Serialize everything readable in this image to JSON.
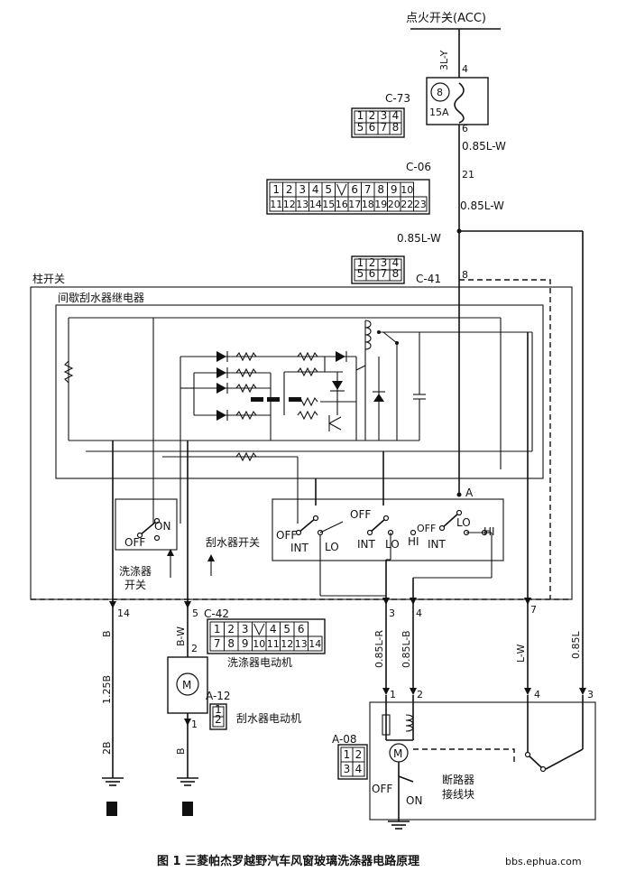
{
  "labels": {
    "ignition": "点火开关(ACC)",
    "wire_3ly": "3L-Y",
    "fuse_num": "8",
    "fuse_rating": "15A",
    "pin_4_top": "4",
    "pin_6_top": "6",
    "c73": "C-73",
    "wire_085lw_1": "0.85L-W",
    "c06": "C-06",
    "pin_21": "21",
    "wire_085lw_2": "0.85L-W",
    "wire_085lw_3": "0.85L-W",
    "column_switch": "柱开关",
    "c41": "C-41",
    "pin_8": "8",
    "relay": "间歇刮水器继电器",
    "pin_a": "A",
    "off_top": "OFF",
    "on_washer": "ON",
    "off_washer": "OFF",
    "washer_switch_1": "洗涤器",
    "washer_switch_2": "开关",
    "wiper_switch": "刮水器开关",
    "s1_off": "OFF",
    "s1_int": "INT",
    "s1_lo": "LO",
    "s2_int": "INT",
    "s2_lo": "LO",
    "s2_hi": "HI",
    "s3_off": "OFF",
    "s3_lo": "LO",
    "s3_int": "INT",
    "s3_hi": "HI",
    "pin_14": "14",
    "pin_5": "5",
    "pin_3": "3",
    "pin_4": "4",
    "pin_7": "7",
    "c42": "C-42",
    "washer_motor": "洗涤器电动机",
    "wire_b_1": "B",
    "wire_bw": "B-W",
    "wire_085lr": "0.85L-R",
    "wire_085lb": "0.85L-B",
    "wire_lw": "L-W",
    "wire_085l": "0.85L",
    "wire_125b": "1.25B",
    "wire_2b": "2B",
    "wire_b_2": "B",
    "pin_2_wm": "2",
    "pin_1_wm": "1",
    "motor_m1": "M",
    "motor_m2": "M",
    "a12": "A-12",
    "wiper_motor": "刮水器电动机",
    "a08": "A-08",
    "pin_1_a08": "1",
    "pin_2_a08": "2",
    "pin_4_a08": "4",
    "pin_3_a08": "3",
    "breaker_1": "断路器",
    "breaker_2": "接线块",
    "off_bottom": "OFF",
    "on_bottom": "ON",
    "caption": "图 1  三菱帕杰罗越野汽车风窗玻璃洗涤器电路原理",
    "watermark": "bbs.ephua.com"
  },
  "connectors": {
    "c73": [
      "1",
      "2",
      "3",
      "4",
      "5",
      "6",
      "7",
      "8"
    ],
    "c06_top": [
      "1",
      "2",
      "3",
      "4",
      "5",
      "",
      "6",
      "7",
      "8",
      "9",
      "10"
    ],
    "c06_bottom": [
      "11",
      "12",
      "13",
      "14",
      "15",
      "16",
      "17",
      "18",
      "19",
      "20",
      "22",
      "23"
    ],
    "c41": [
      "1",
      "2",
      "3",
      "4",
      "5",
      "6",
      "7",
      "8"
    ],
    "c42_top": [
      "1",
      "2",
      "3",
      "",
      "4",
      "5",
      "6"
    ],
    "c42_bottom": [
      "7",
      "8",
      "9",
      "10",
      "11",
      "12",
      "13",
      "14"
    ],
    "a12": [
      "1",
      "2"
    ],
    "a08": [
      "1",
      "2",
      "3",
      "4"
    ]
  }
}
